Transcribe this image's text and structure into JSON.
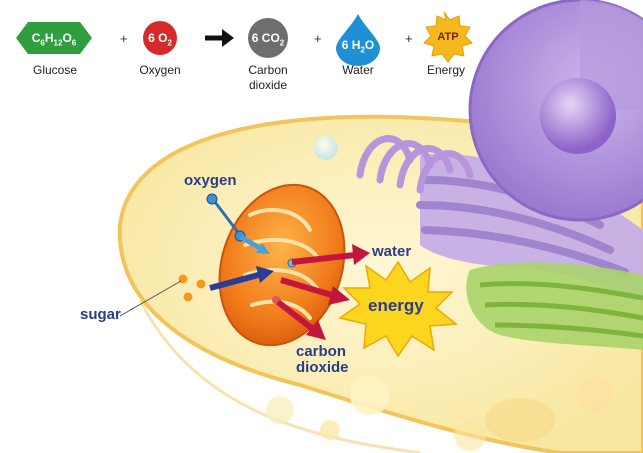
{
  "equation": {
    "glucose": {
      "formula_parts": [
        "C",
        "6",
        "H",
        "12",
        "O",
        "6"
      ],
      "label": "Glucose",
      "color": "#2e9e3e"
    },
    "oxygen": {
      "formula_parts": [
        "6 O",
        "2"
      ],
      "label": "Oxygen",
      "color": "#d62a2a"
    },
    "carbon_dioxide": {
      "formula_parts": [
        "6 CO",
        "2"
      ],
      "label_line1": "Carbon",
      "label_line2": "dioxide",
      "color": "#6e6e6e"
    },
    "water": {
      "formula_parts": [
        "6 H",
        "2",
        "O"
      ],
      "label": "Water",
      "color": "#1f8fd6"
    },
    "energy": {
      "formula": "ATP",
      "label": "Energy",
      "color": "#f7b81e"
    },
    "plus": "+"
  },
  "cell_labels": {
    "oxygen": "oxygen",
    "sugar": "sugar",
    "water": "water",
    "energy": "energy",
    "carbon_dioxide_line1": "carbon",
    "carbon_dioxide_line2": "dioxide"
  },
  "colors": {
    "label_text": "#2a3d86",
    "arrow_red": "#c4163c",
    "arrow_blue": "#2a3d9a",
    "mitochondrion": "#f07a1a",
    "cytoplasm": "#fbeeb2",
    "nucleus": "#a98ad6",
    "starburst": "#fbd51e"
  }
}
